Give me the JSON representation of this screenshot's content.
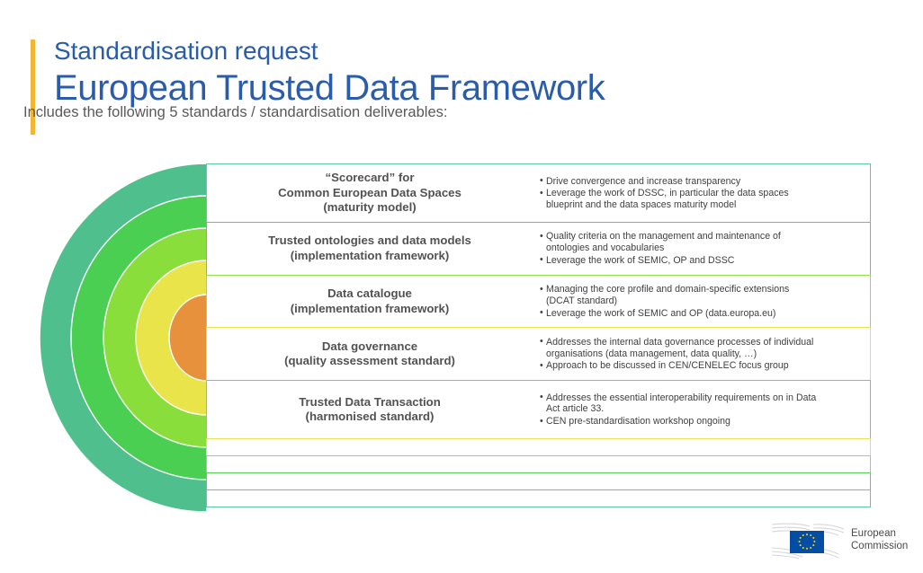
{
  "header": {
    "eyebrow": "Standardisation request",
    "title": "European Trusted Data Framework",
    "subtitle": "Includes the following 5 standards / standardisation deliverables:",
    "accent_color": "#f2b632",
    "title_color": "#2a5caa"
  },
  "diagram": {
    "arc_colors": [
      "#4fc08d",
      "#4bcf53",
      "#8ade3c",
      "#eae44b",
      "#e8913c"
    ],
    "rows": [
      {
        "name_lines": [
          "“Scorecard” for",
          "Common European Data Spaces",
          "(maturity model)"
        ],
        "bullets": [
          {
            "text": "Drive convergence and increase transparency",
            "cont": ""
          },
          {
            "text": "Leverage the work of DSSC, in particular the data spaces",
            "cont": "blueprint and the data spaces maturity model"
          }
        ],
        "border_color": "#5cc9a7",
        "height": 66
      },
      {
        "name_lines": [
          "Trusted ontologies and data models",
          "(implementation framework)"
        ],
        "bullets": [
          {
            "text": "Quality criteria on the management and maintenance of",
            "cont": "ontologies and vocabularies"
          },
          {
            "text": "Leverage the work of SEMIC, OP and DSSC",
            "cont": ""
          }
        ],
        "border_color": "#5ad159",
        "height": 60
      },
      {
        "name_lines": [
          "Data catalogue",
          "(implementation framework)"
        ],
        "bullets": [
          {
            "text": "Managing the core profile and domain-specific extensions",
            "cont": "(DCAT standard)"
          },
          {
            "text": "Leverage the work of SEMIC and OP (data.europa.eu)",
            "cont": ""
          }
        ],
        "border_color": "#92e04a",
        "height": 60
      },
      {
        "name_lines": [
          "Data governance",
          "(quality assessment standard)"
        ],
        "bullets": [
          {
            "text": "Addresses the internal data governance processes of individual",
            "cont": "organisations (data management, data quality, …)"
          },
          {
            "text": "Approach to be discussed in CEN/CENELEC focus group",
            "cont": ""
          }
        ],
        "border_color": "#e9e055",
        "height": 60
      },
      {
        "name_lines": [
          "Trusted Data Transaction",
          "(harmonised standard)"
        ],
        "bullets": [
          {
            "text": "Addresses the essential interoperability requirements on in Data",
            "cont": "Act article 33."
          },
          {
            "text": "CEN pre-standardisation workshop ongoing",
            "cont": ""
          }
        ],
        "border_color": "#e79a5e",
        "height": 66
      }
    ],
    "empty_rows": [
      {
        "border_color": "#e9e055"
      },
      {
        "border_color": "#92e04a"
      },
      {
        "border_color": "#5ad159"
      },
      {
        "border_color": "#5cc9a7"
      }
    ]
  },
  "logo": {
    "line1": "European",
    "line2": "Commission",
    "flag_color": "#034ea2",
    "star_color": "#ffcc00"
  }
}
